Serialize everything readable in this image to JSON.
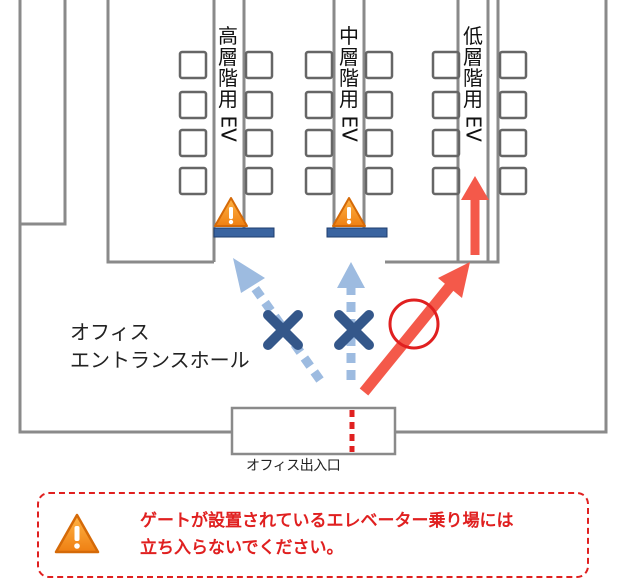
{
  "elevators": [
    {
      "label_chars": [
        "高",
        "層",
        "階",
        "用"
      ],
      "label_latin": "EV"
    },
    {
      "label_chars": [
        "中",
        "層",
        "階",
        "用"
      ],
      "label_latin": "EV"
    },
    {
      "label_chars": [
        "低",
        "層",
        "階",
        "用"
      ],
      "label_latin": "EV"
    }
  ],
  "hall": {
    "line1": "オフィス",
    "line2": "エントランスホール"
  },
  "gate": {
    "label": "オフィス出入口"
  },
  "notice": {
    "line1": "ゲートが設置されているエレベーター乗り場には",
    "line2": "立ち入らないでください。"
  },
  "icons": {
    "warning": "warning-triangle-icon",
    "cross": "cross-icon",
    "circle": "ok-circle-icon"
  },
  "colors": {
    "blocked_arrow": "#9dbbe0",
    "allowed_arrow": "#f4594a",
    "cross": "#34578a",
    "gate_bar": "#3a64a0",
    "warning": "#f6921e",
    "notice": "#e02020"
  }
}
